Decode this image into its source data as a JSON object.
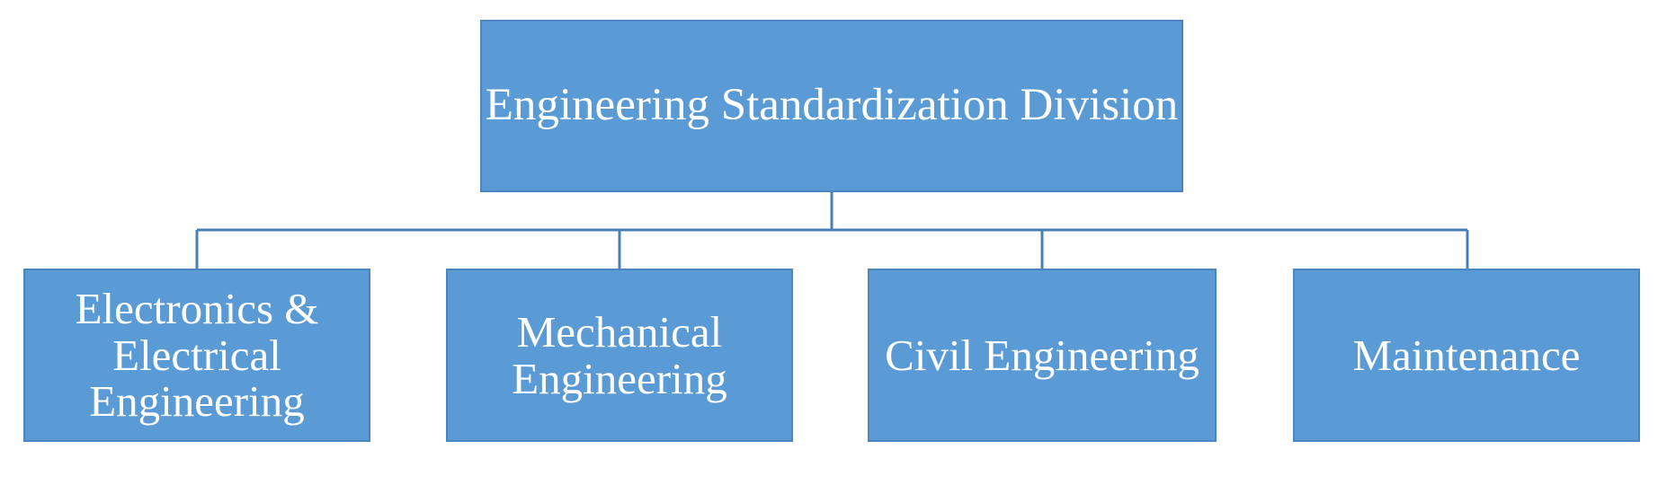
{
  "diagram": {
    "type": "org-chart",
    "box_fill": "#5b9bd5",
    "box_border": "#4a86bf",
    "connector_color": "#4a7fb5",
    "text_color": "#ffffff",
    "root": {
      "label": "Engineering Standardization Division"
    },
    "children": [
      {
        "label": "Electronics &\nElectrical\nEngineering"
      },
      {
        "label": "Mechanical\nEngineering"
      },
      {
        "label": "Civil Engineering"
      },
      {
        "label": "Maintenance"
      }
    ]
  }
}
